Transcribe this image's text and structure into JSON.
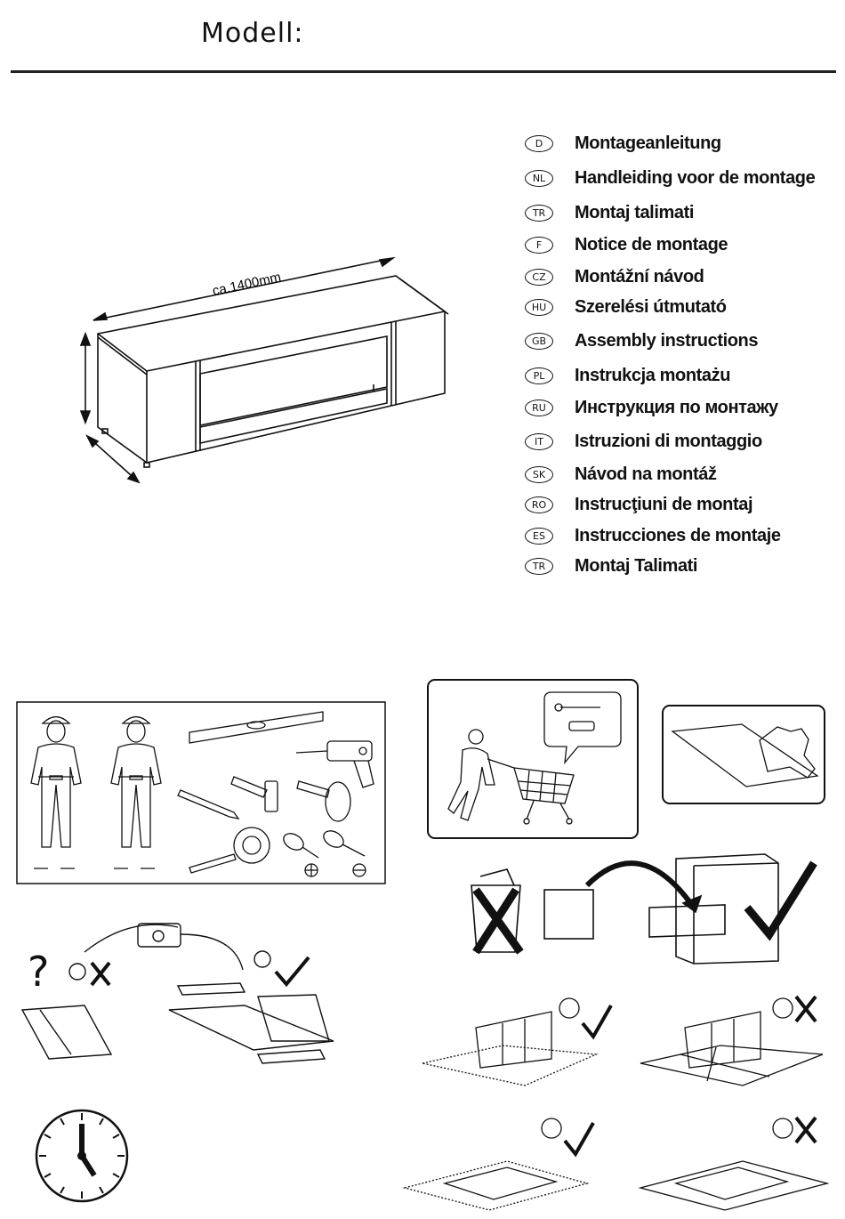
{
  "header": {
    "model_label": "Modell:"
  },
  "product": {
    "width_label": "ca.1400mm"
  },
  "languages": [
    {
      "code": "D",
      "label": "Montageanleitung"
    },
    {
      "code": "NL",
      "label": "Handleiding voor de montage"
    },
    {
      "code": "TR",
      "label": "Montaj talimati"
    },
    {
      "code": "F",
      "label": "Notice de montage"
    },
    {
      "code": "CZ",
      "label": "Montážní návod"
    },
    {
      "code": "HU",
      "label": "Szerelési útmutató"
    },
    {
      "code": "GB",
      "label": "Assembly instructions"
    },
    {
      "code": "PL",
      "label": "Instrukcja montażu"
    },
    {
      "code": "RU",
      "label": "Инструкция по монтажу"
    },
    {
      "code": "IT",
      "label": "Istruzioni di montaggio"
    },
    {
      "code": "SK",
      "label": "Návod na montáž"
    },
    {
      "code": "RO",
      "label": "Instrucţiuni de montaj"
    },
    {
      "code": "ES",
      "label": "Instrucciones de montaje"
    },
    {
      "code": "TR",
      "label": "Montaj Talimati"
    }
  ],
  "pictograms": {
    "tools": [
      "two-workers",
      "spirit-level",
      "drill",
      "pencil",
      "hammer",
      "rubber-mallet",
      "tape-measure",
      "phillips-screwdriver",
      "flat-screwdriver"
    ],
    "shopping": "shopping-cart-hardware",
    "protect_surface": "glove-on-board",
    "keep_manual": "file-in-cabinet",
    "call_support": "telephone",
    "floor_good": "carpet-surface",
    "floor_bad": "hard-floor",
    "time": "clock",
    "status_good": "smile-check",
    "status_bad": "frown-cross"
  }
}
